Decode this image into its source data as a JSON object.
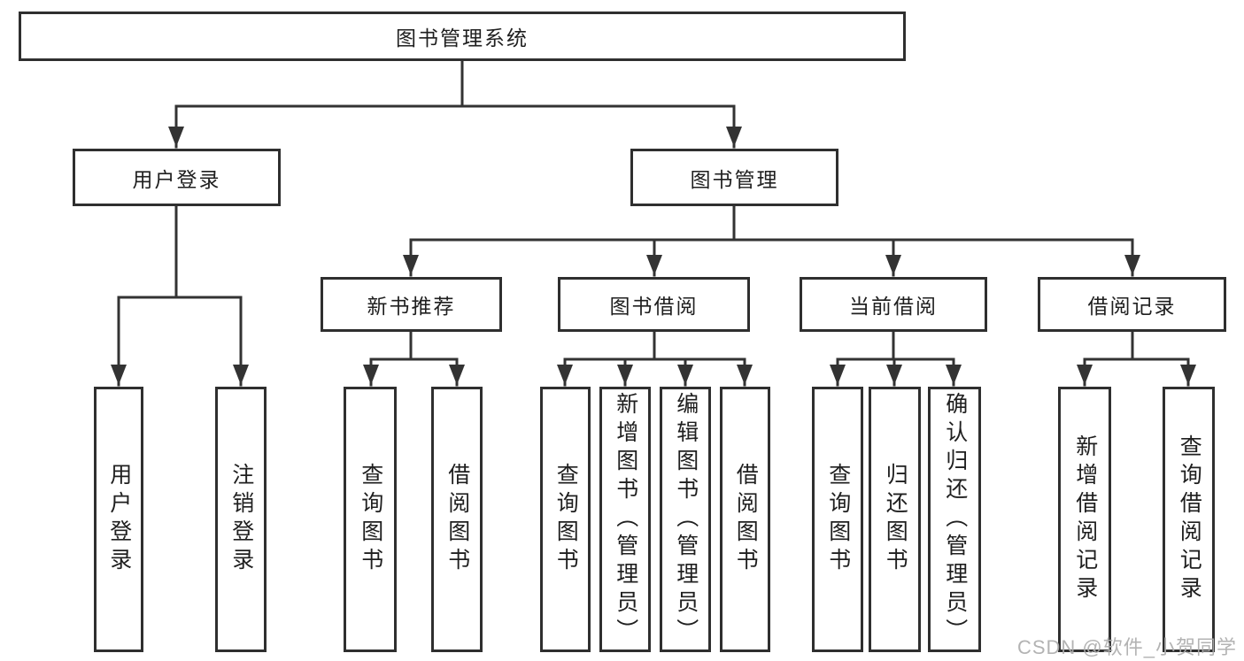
{
  "root": {
    "label": "图书管理系统"
  },
  "l2": [
    {
      "label": "用户登录"
    },
    {
      "label": "图书管理"
    }
  ],
  "l3": [
    {
      "label": "新书推荐"
    },
    {
      "label": "图书借阅"
    },
    {
      "label": "当前借阅"
    },
    {
      "label": "借阅记录"
    }
  ],
  "leaves": [
    {
      "label": "用户登录"
    },
    {
      "label": "注销登录"
    },
    {
      "label": "查询图书"
    },
    {
      "label": "借阅图书"
    },
    {
      "label": "查询图书"
    },
    {
      "label": "新增图书（管理员）"
    },
    {
      "label": "编辑图书（管理员）"
    },
    {
      "label": "借阅图书"
    },
    {
      "label": "查询图书"
    },
    {
      "label": "归还图书"
    },
    {
      "label": "确认归还（管理员）"
    },
    {
      "label": "新增借阅记录"
    },
    {
      "label": "查询借阅记录"
    }
  ],
  "watermark": {
    "text": "CSDN @软件_小贺同学"
  },
  "colors": {
    "line": "#333333",
    "border": "#2f2f2f",
    "text": "#1f1f1f",
    "watermark": "#acacac",
    "background": "#ffffff"
  }
}
